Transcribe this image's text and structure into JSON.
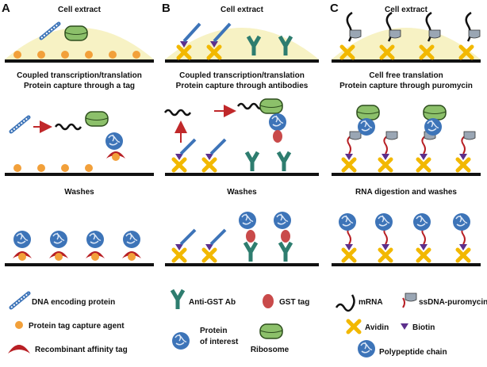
{
  "panels": [
    {
      "letter": "A",
      "title": "Cell extract",
      "step2_line1": "Coupled transcription/translation",
      "step2_line2": "Protein capture through a tag",
      "step3": "Washes"
    },
    {
      "letter": "B",
      "title": "Cell extract",
      "step2_line1": "Coupled transcription/translation",
      "step2_line2": "Protein capture through antibodies",
      "step3": "Washes"
    },
    {
      "letter": "C",
      "title": "Cell extract",
      "step2_line1": "Cell free translation",
      "step2_line2": "Protein capture through puromycin",
      "step3": "RNA digestion and washes"
    }
  ],
  "legend": {
    "dna": "DNA encoding protein",
    "tag_capture": "Protein tag capture agent",
    "affinity_tag": "Recombinant affinity tag",
    "anti_gst": "Anti-GST Ab",
    "gst_tag": "GST tag",
    "protein_line1": "Protein",
    "protein_line2": "of interest",
    "ribosome": "Ribosome",
    "mrna": "mRNA",
    "ssdna": "ssDNA-puromycin",
    "avidin": "Avidin",
    "biotin": "Biotin",
    "polypeptide": "Polypeptide chain"
  },
  "colors": {
    "extract": "#f7f2c4",
    "ribosome": "#8cc06a",
    "protein": "#3d74b8",
    "antibody": "#2e7d6f",
    "gst": "#c94a4a",
    "avidin": "#f2b800",
    "biotin": "#5c2f8c",
    "tag_capture": "#f2a03a",
    "affinity": "#b81f24",
    "ssdna": "#9aa6b4",
    "arrow": "#c0282a"
  }
}
